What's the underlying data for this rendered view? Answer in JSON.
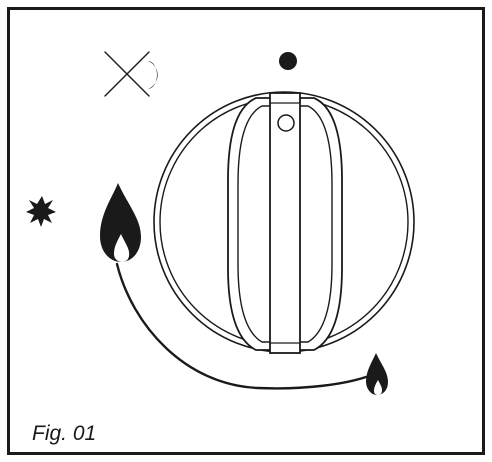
{
  "figure": {
    "caption": "Fig. 01"
  },
  "knob": {
    "position_markers": [
      {
        "name": "off",
        "symbol": "x-cross-icon"
      },
      {
        "name": "ignition",
        "symbol": "spark-icon"
      },
      {
        "name": "max",
        "symbol": "large-flame-icon"
      },
      {
        "name": "min",
        "symbol": "small-flame-icon"
      }
    ]
  },
  "colors": {
    "ink": "#1a1a1a",
    "background": "#ffffff"
  }
}
